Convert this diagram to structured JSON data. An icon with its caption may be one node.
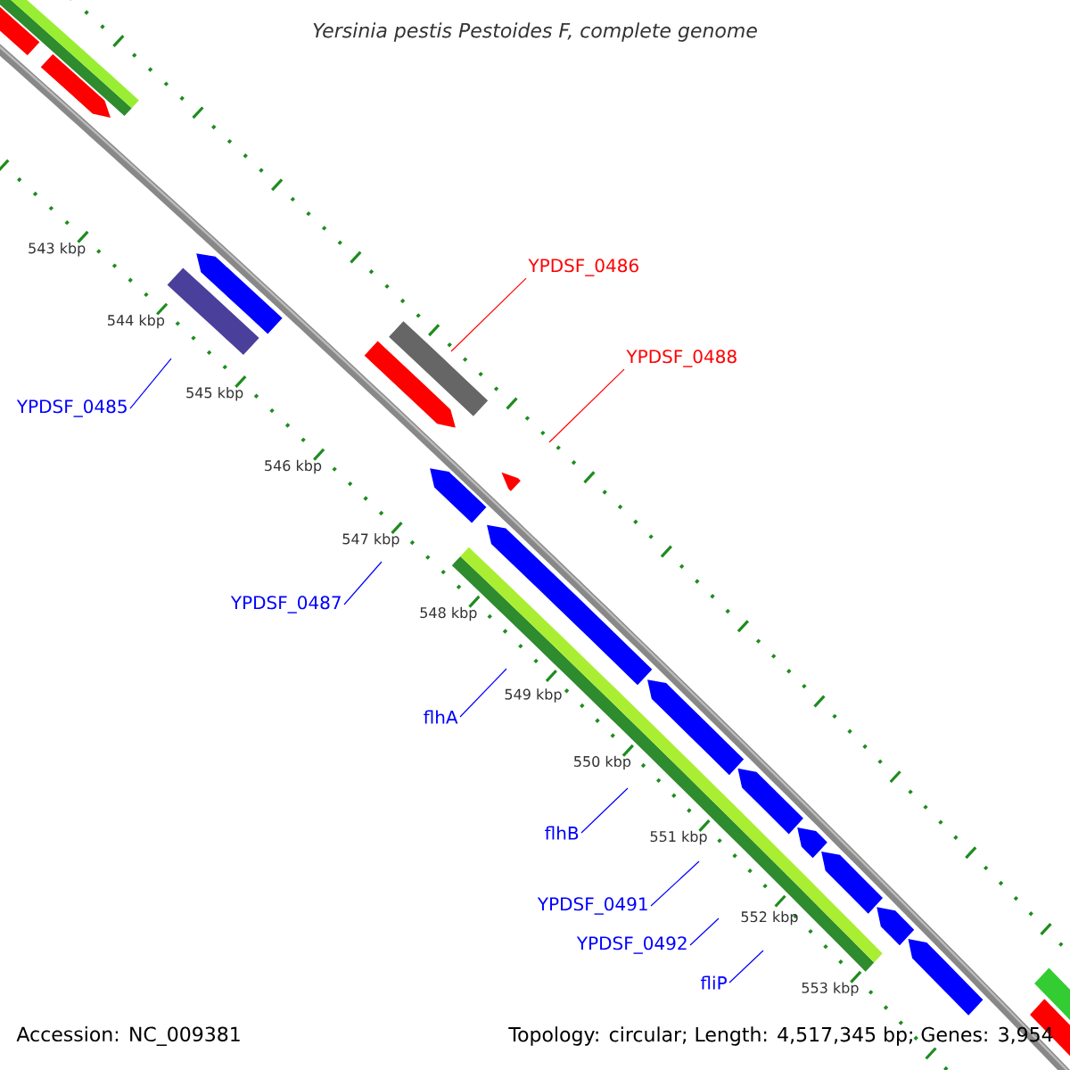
{
  "diagram": {
    "title": "Yersinia pestis Pestoides F, complete genome",
    "nodes": [
      {
        "text": [
          "YPDSF_0486"
        ]
      },
      {
        "text": [
          "YPDSF_0488"
        ]
      },
      {
        "text": [
          "YPDSF_0485"
        ]
      },
      {
        "text": [
          "YPDSF_0487"
        ]
      },
      {
        "text": [
          "flhA"
        ]
      },
      {
        "text": [
          "flhB"
        ]
      },
      {
        "text": [
          "YPDSF_0491"
        ]
      },
      {
        "text": [
          "YPDSF_0492"
        ]
      },
      {
        "text": [
          "fliP"
        ]
      }
    ],
    "edges": [
      {
        "from": 0,
        "to": null,
        "arrow": "none",
        "color": "#ff0000"
      },
      {
        "from": 1,
        "to": null,
        "arrow": "none",
        "color": "#ff0000"
      },
      {
        "from": 2,
        "to": null,
        "arrow": "none"
      },
      {
        "from": 3,
        "to": null,
        "arrow": "none"
      },
      {
        "from": 4,
        "to": null,
        "arrow": "none"
      },
      {
        "from": 5,
        "to": null,
        "arrow": "none"
      },
      {
        "from": 6,
        "to": null,
        "arrow": "none"
      },
      {
        "from": 7,
        "to": null,
        "arrow": "none"
      },
      {
        "from": 8,
        "to": null,
        "arrow": "none"
      }
    ],
    "labels": [
      "543 kbp",
      "544 kbp",
      "545 kbp",
      "546 kbp",
      "547 kbp",
      "548 kbp",
      "549 kbp",
      "550 kbp",
      "551 kbp",
      "552 kbp",
      "553 kbp",
      "Accession: NC_009381",
      "Topology: circular; Length: 4,517,345 bp; Genes: 3,954"
    ]
  }
}
